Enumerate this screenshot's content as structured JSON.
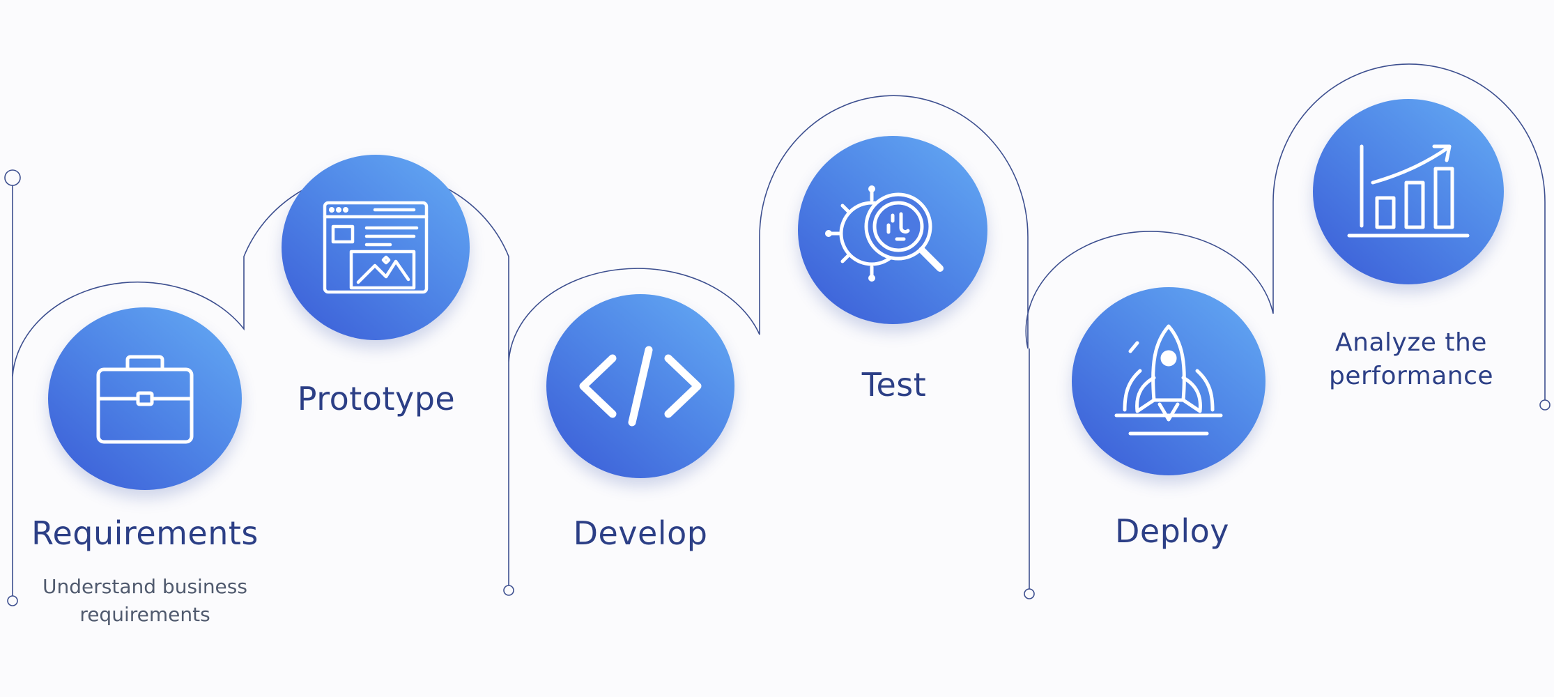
{
  "colors": {
    "line": "#3d4f8f",
    "circle_start": "#3a5bd6",
    "circle_end": "#65abf4",
    "title": "#2c3f86",
    "description": "#505a6e",
    "icon": "#ffffff"
  },
  "steps": [
    {
      "title": "Requirements",
      "description": "Understand business requirements",
      "icon": "briefcase-icon"
    },
    {
      "title": "Prototype",
      "description": "",
      "icon": "browser-wireframe-icon"
    },
    {
      "title": "Develop",
      "description": "",
      "icon": "code-icon"
    },
    {
      "title": "Test",
      "description": "",
      "icon": "bug-magnifier-icon"
    },
    {
      "title": "Deploy",
      "description": "",
      "icon": "rocket-icon"
    },
    {
      "title": "Analyze the performance",
      "description": "",
      "icon": "bar-chart-growth-icon"
    }
  ]
}
